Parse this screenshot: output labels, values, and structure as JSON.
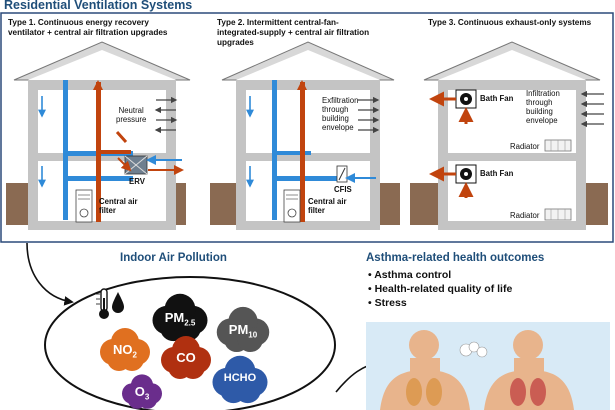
{
  "title": "Residential Ventilation Systems",
  "types": [
    {
      "caption_line1": "Type 1.  Continuous energy recovery",
      "caption_line2": "ventilator + central air filtration upgrades",
      "labels": {
        "neutral_line1": "Neutral",
        "neutral_line2": "pressure",
        "erv": "ERV",
        "filter_line1": "Central air",
        "filter_line2": "filter"
      }
    },
    {
      "caption_line1": "Type 2.  Intermittent central-fan-",
      "caption_line2": "integrated-supply + central air filtration",
      "caption_line3": "upgrades",
      "labels": {
        "exf_line1": "Exfiltration",
        "exf_line2": "through",
        "exf_line3": "building",
        "exf_line4": "envelope",
        "cfis": "CFIS",
        "filter_line1": "Central air",
        "filter_line2": "filter"
      }
    },
    {
      "caption_line1": "Type 3.  Continuous exhaust-only systems",
      "labels": {
        "bathfan_top": "Bath Fan",
        "bathfan_bottom": "Bath Fan",
        "inf_line1": "Infiltration",
        "inf_line2": "through",
        "inf_line3": "building",
        "inf_line4": "envelope",
        "radiator_top": "Radiator",
        "radiator_bottom": "Radiator"
      }
    }
  ],
  "pollution": {
    "title": "Indoor Air Pollution",
    "pollutants": [
      {
        "base": "PM",
        "sub": "2.5",
        "color": "#111111"
      },
      {
        "base": "PM",
        "sub": "10",
        "color": "#555555"
      },
      {
        "base": "NO",
        "sub": "2",
        "color": "#e07020"
      },
      {
        "base": "CO",
        "sub": "",
        "color": "#b03010"
      },
      {
        "base": "HCHO",
        "sub": "",
        "color": "#2e5aa8"
      },
      {
        "base": "O",
        "sub": "3",
        "color": "#6a2d8c"
      }
    ]
  },
  "outcomes": {
    "title": "Asthma-related health outcomes",
    "items": [
      "Asthma control",
      "Health-related quality of life",
      "Stress"
    ]
  },
  "colors": {
    "title": "#1f4e79",
    "supply": "#2f8ad8",
    "exhaust": "#c1440e",
    "frame": "#2b4a7a"
  }
}
